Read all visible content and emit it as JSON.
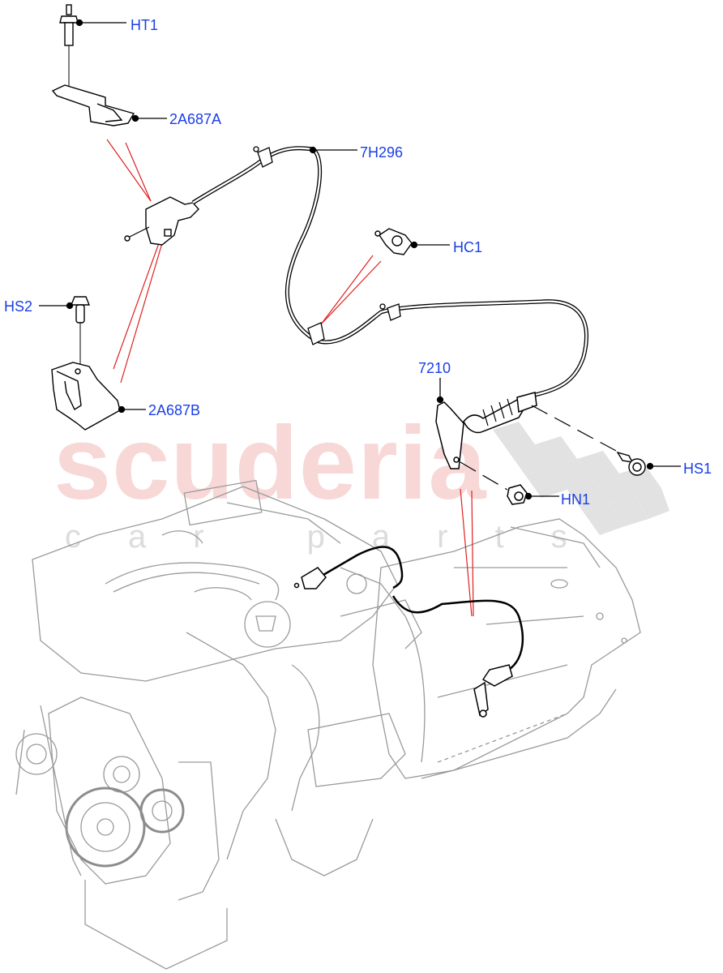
{
  "diagram": {
    "type": "exploded-parts-diagram",
    "subject": "gear selector cable assembly on diesel engine and transmission",
    "watermark": {
      "main": "scuderia",
      "sub": "car parts",
      "main_color": "#f6caca",
      "sub_color": "#dcdcdc"
    },
    "colors": {
      "label": "#1a3fe6",
      "leader_line": "#000000",
      "reference_line": "#e02020",
      "engine_outline": "#9a9a9a",
      "part_outline": "#000000"
    },
    "callouts": [
      {
        "id": "HT1",
        "label": "HT1",
        "description": "stud / threaded pin"
      },
      {
        "id": "2A687A",
        "label": "2A687A",
        "description": "upper cable bracket"
      },
      {
        "id": "7H296",
        "label": "7H296",
        "description": "selector cable"
      },
      {
        "id": "HC1",
        "label": "HC1",
        "description": "cable clip"
      },
      {
        "id": "HS2",
        "label": "HS2",
        "description": "flange bolt"
      },
      {
        "id": "2A687B",
        "label": "2A687B",
        "description": "lower cable bracket"
      },
      {
        "id": "7210",
        "label": "7210",
        "description": "selector lever"
      },
      {
        "id": "HS1",
        "label": "HS1",
        "description": "flange bolt"
      },
      {
        "id": "HN1",
        "label": "HN1",
        "description": "hex nut"
      }
    ]
  }
}
